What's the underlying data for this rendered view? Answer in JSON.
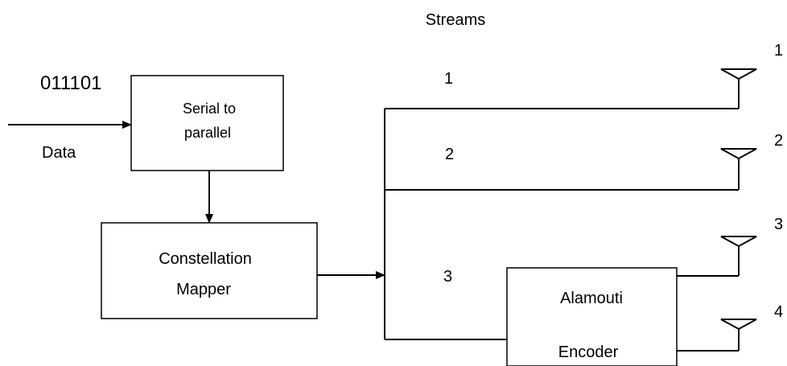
{
  "header": {
    "streams_label": "Streams"
  },
  "input": {
    "bits": "011101",
    "data_label": "Data"
  },
  "blocks": {
    "serial_to_parallel": {
      "line1": "Serial to",
      "line2": "parallel"
    },
    "constellation_mapper": {
      "line1": "Constellation",
      "line2": "Mapper"
    },
    "alamouti_encoder": {
      "line1": "Alamouti",
      "line2": "Encoder"
    }
  },
  "streams": [
    {
      "label": "1"
    },
    {
      "label": "2"
    },
    {
      "label": "3"
    }
  ],
  "antennas": [
    {
      "label": "1"
    },
    {
      "label": "2"
    },
    {
      "label": "3"
    },
    {
      "label": "4"
    }
  ]
}
